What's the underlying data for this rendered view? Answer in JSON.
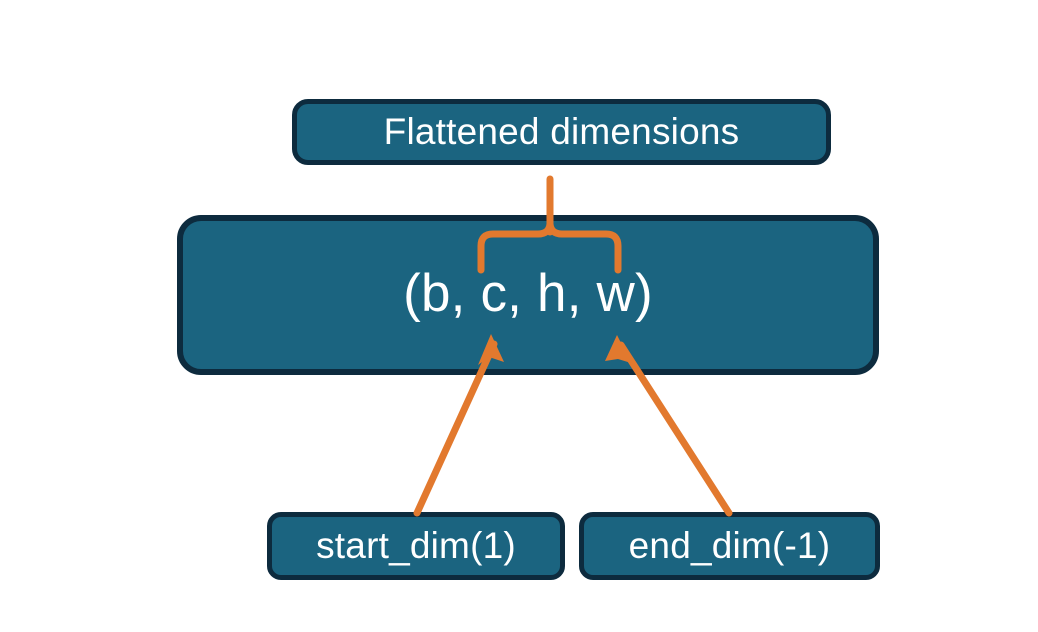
{
  "diagram": {
    "title_node": {
      "label": "Flattened dimensions"
    },
    "shape_node": {
      "label": "(b, c, h, w)"
    },
    "param_nodes": [
      {
        "label": "start_dim(1)"
      },
      {
        "label": "end_dim(-1)"
      }
    ],
    "connectors": {
      "brace": {
        "name": "curly-brace-connector",
        "spans_dims": "c, h, w",
        "points_to": "Flattened dimensions"
      },
      "arrows": [
        {
          "name": "start-dim-arrow",
          "from": "start_dim(1)",
          "to": "c"
        },
        {
          "name": "end-dim-arrow",
          "from": "end_dim(-1)",
          "to": "w"
        }
      ]
    },
    "colors": {
      "node_fill": "#1b6480",
      "node_border": "#0d2b3e",
      "node_text": "#ffffff",
      "connector": "#e2792e",
      "background": "#ffffff"
    }
  }
}
